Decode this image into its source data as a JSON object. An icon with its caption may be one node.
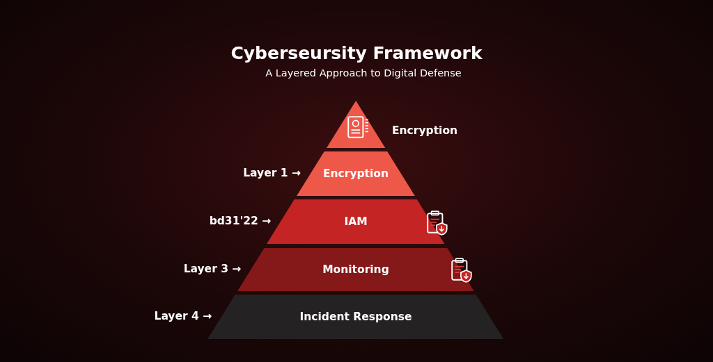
{
  "diagram": {
    "title": "Cyberseursity Framework",
    "caption": "A Layered Approach to Digital Defense",
    "nodes": [
      {
        "text": [],
        "shape": "triangle",
        "beside": [
          "Encryption"
        ]
      },
      {
        "text": [
          "Encryption"
        ],
        "beside": [
          "Layer 1 →"
        ]
      },
      {
        "text": [
          "IAM"
        ],
        "beside": [
          "bd31'22 →"
        ]
      },
      {
        "text": [
          "Monitoring"
        ],
        "beside": [
          "Layer 3 →"
        ]
      },
      {
        "text": [
          "Incident Response"
        ],
        "beside": [
          "Layer 4 →"
        ]
      }
    ],
    "edges": []
  }
}
